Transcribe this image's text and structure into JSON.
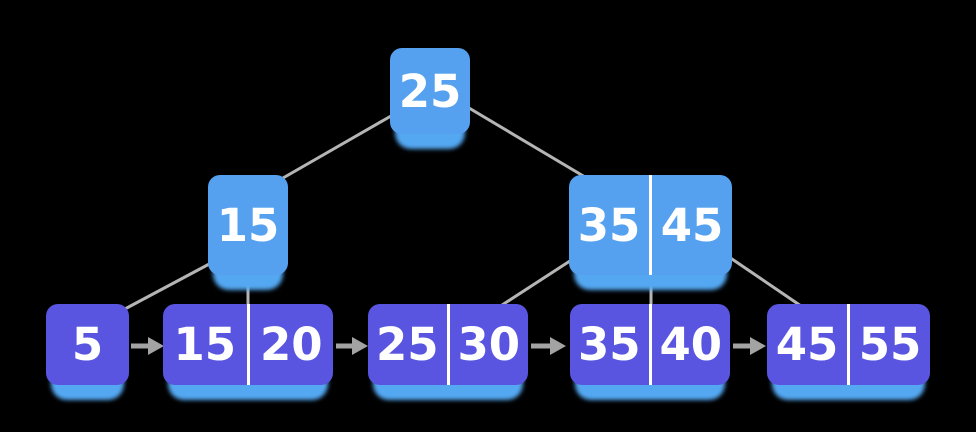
{
  "diagram": {
    "type": "b-plus-tree",
    "levels": {
      "root": {
        "keys": [
          "25"
        ]
      },
      "internal": [
        {
          "keys": [
            "15"
          ]
        },
        {
          "keys": [
            "35",
            "45"
          ]
        }
      ],
      "leaves": [
        {
          "keys": [
            "5"
          ]
        },
        {
          "keys": [
            "15",
            "20"
          ]
        },
        {
          "keys": [
            "25",
            "30"
          ]
        },
        {
          "keys": [
            "35",
            "40"
          ]
        },
        {
          "keys": [
            "45",
            "55"
          ]
        }
      ]
    }
  },
  "colors": {
    "internal_node_fill": "#55a1f0",
    "leaf_node_fill": "#5955e0",
    "node_shadow": "#54a8f2",
    "divider": "#ffffff",
    "edge_line": "#b5b5b5",
    "arrow": "#a3a3a3",
    "key_text": "#ffffff",
    "background": "#000000"
  }
}
